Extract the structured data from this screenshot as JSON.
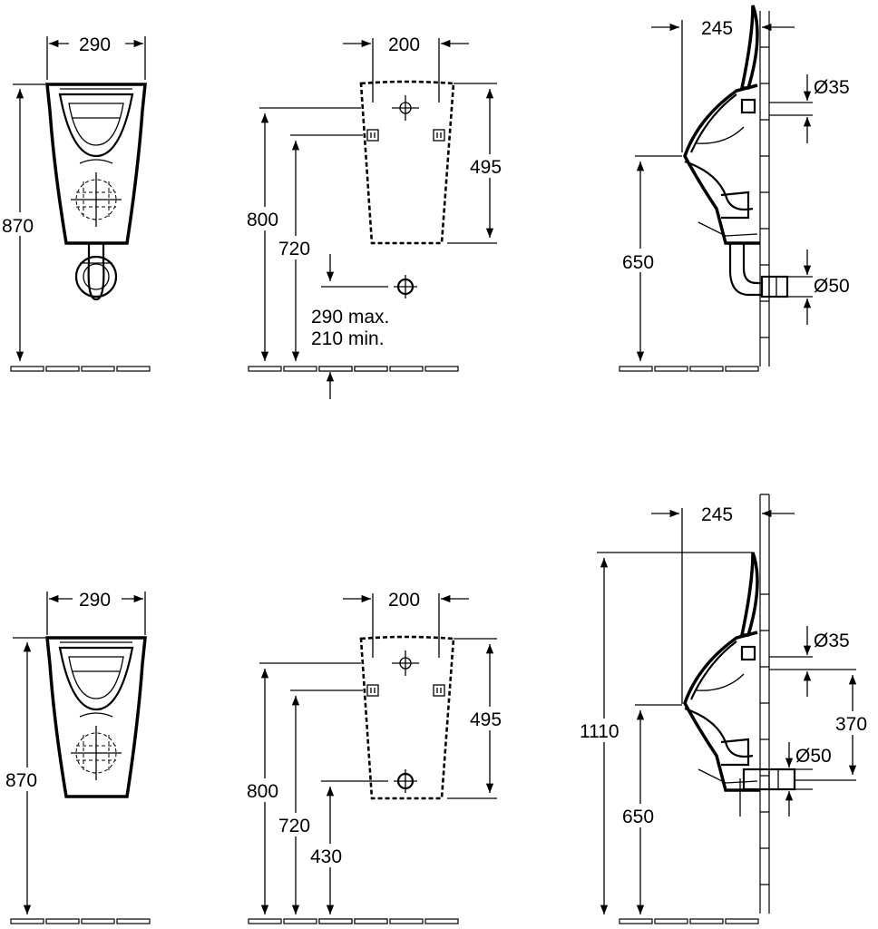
{
  "top_row": {
    "front": {
      "width": "290",
      "height": "870"
    },
    "rear": {
      "width": "200",
      "height_holes": "495",
      "h1": "800",
      "h2": "720",
      "outlet_max": "290 max.",
      "outlet_min": "210 min."
    },
    "side": {
      "depth": "245",
      "supply": "Ø35",
      "drain": "Ø50",
      "rim_height": "650"
    }
  },
  "bottom_row": {
    "front": {
      "width": "290",
      "height": "870"
    },
    "rear": {
      "width": "200",
      "height_holes": "495",
      "h1": "800",
      "h2": "720",
      "h3": "430"
    },
    "side": {
      "depth": "245",
      "supply": "Ø35",
      "drain": "Ø50",
      "overall": "1110",
      "rim_height": "650",
      "supply_drain": "370"
    }
  }
}
